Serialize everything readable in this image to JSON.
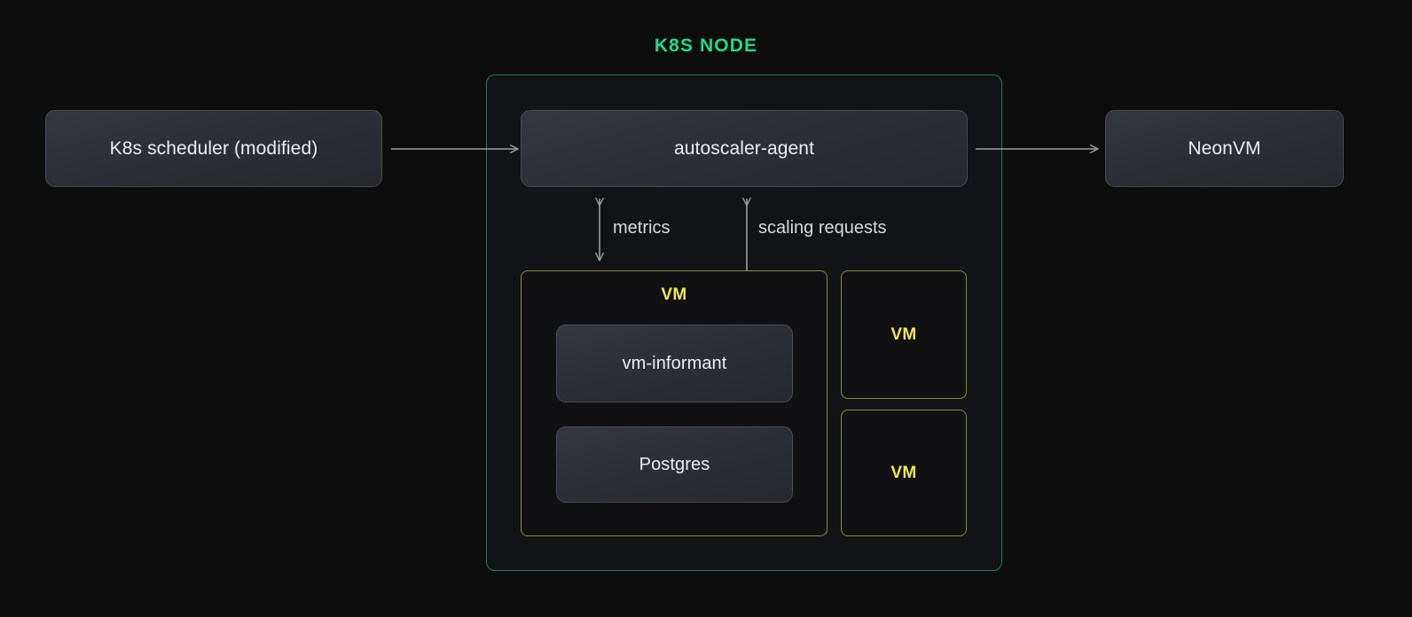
{
  "diagram": {
    "title": "K8S NODE",
    "accent_green": "#1fd98a",
    "accent_yellow": "#f2e74f",
    "background": "#0d0d0d",
    "node_fill": "#121316",
    "node_border": "#1e7a57",
    "vm_border": "#8b8b3d",
    "box_border": "#494c53",
    "text_color": "#eceef1",
    "connector_color": "#9a9ea4"
  },
  "external": {
    "scheduler": "K8s scheduler (modified)",
    "neonvm": "NeonVM"
  },
  "node": {
    "agent": "autoscaler-agent",
    "vm_main": {
      "label": "VM",
      "components": [
        "vm-informant",
        "Postgres"
      ]
    },
    "vm_side": [
      {
        "label": "VM"
      },
      {
        "label": "VM"
      }
    ]
  },
  "connectors": [
    {
      "name": "agent-to-scheduler",
      "label": "",
      "direction": "left",
      "from": "autoscaler-agent",
      "to": "K8s scheduler (modified)"
    },
    {
      "name": "agent-to-neonvm",
      "label": "",
      "direction": "right",
      "from": "autoscaler-agent",
      "to": "NeonVM"
    },
    {
      "name": "metrics",
      "label": "metrics",
      "direction": "both",
      "from": "autoscaler-agent",
      "to": "VM"
    },
    {
      "name": "scaling-requests",
      "label": "scaling requests",
      "direction": "both",
      "from": "autoscaler-agent",
      "to": "vm-informant"
    }
  ]
}
